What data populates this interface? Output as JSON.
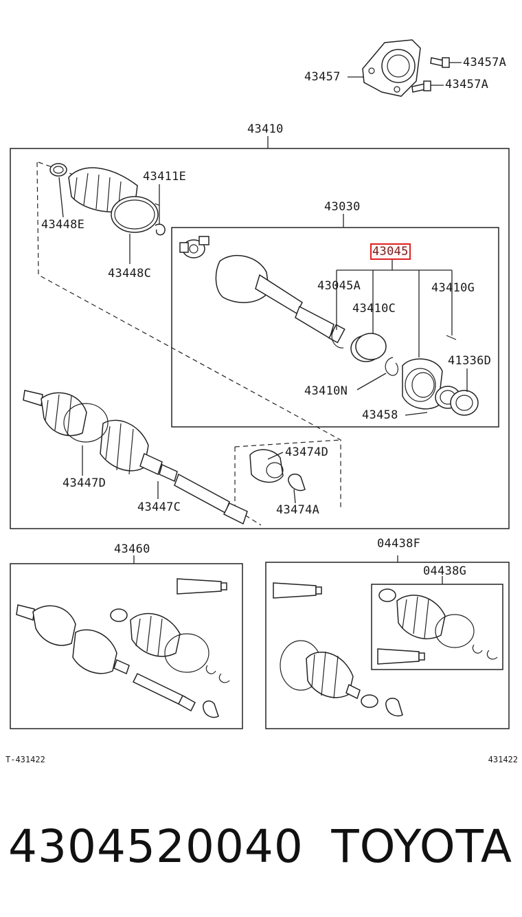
{
  "labels": {
    "p43457": "43457",
    "p43457A_1": "43457A",
    "p43457A_2": "43457A",
    "p43410": "43410",
    "p43411E": "43411E",
    "p43448E": "43448E",
    "p43448C": "43448C",
    "p43030": "43030",
    "p43045": "43045",
    "p43045A": "43045A",
    "p43410G": "43410G",
    "p43410C": "43410C",
    "p41336D": "41336D",
    "p43410N": "43410N",
    "p43458": "43458",
    "p43474D": "43474D",
    "p43474A": "43474A",
    "p43447D": "43447D",
    "p43447C": "43447C",
    "p43460": "43460",
    "p04438F": "04438F",
    "p04438G": "04438G"
  },
  "highlighted_part": "43045",
  "highlight_color": "#e02020",
  "footer": {
    "left_code": "T-431422",
    "right_code": "431422"
  },
  "caption": {
    "part_number": "4304520040",
    "brand": "TOYOTA"
  }
}
